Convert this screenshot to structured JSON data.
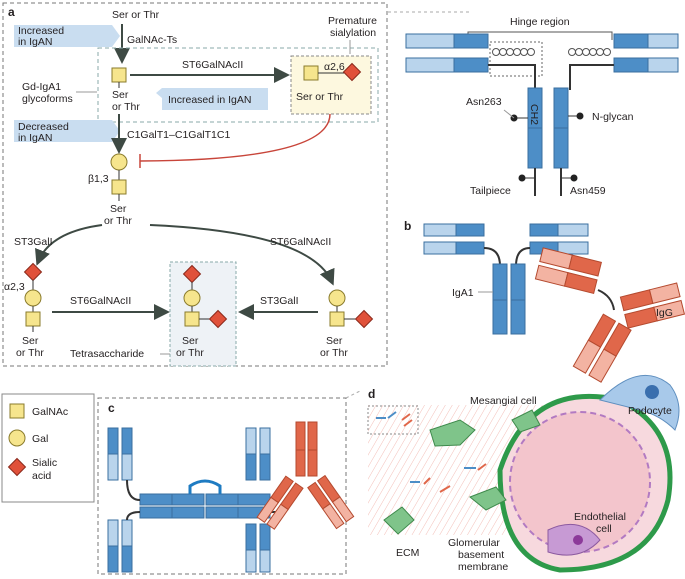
{
  "panel_labels": {
    "a": "a",
    "b": "b",
    "c": "c",
    "d": "d"
  },
  "legend": {
    "galnac": "GalNAc",
    "gal": "Gal",
    "sialic_line1": "Sialic",
    "sialic_line2": "acid"
  },
  "pathway": {
    "ser_thr_top": "Ser or Thr",
    "increased_iggan_1": "Increased",
    "increased_iggan_2": "in IgAN",
    "galnac_ts": "GalNAc-Ts",
    "premature_1": "Premature",
    "premature_2": "sialylation",
    "gd_iga1_1": "Gd-IgA1",
    "gd_iga1_2": "glycoforms",
    "st6galnacii_top": "ST6GalNAcII",
    "increased_box": "Increased in IgAN",
    "alpha26": "α2,6",
    "ser": "Ser",
    "or_thr": "or Thr",
    "ser_or_thr": "Ser or Thr",
    "decreased_1": "Decreased",
    "decreased_2": "in IgAN",
    "c1galt": "C1GalT1–C1GalT1C1",
    "beta13": "β1,3",
    "st3gali_left": "ST3GalI",
    "st6galnacii_right": "ST6GalNAcII",
    "alpha23": "α2,3",
    "st6galnacii_bottom": "ST6GalNAcII",
    "st3gali_bottom": "ST3GalI",
    "tetrasaccharide": "Tetrasaccharide"
  },
  "iga_structure": {
    "hinge": "Hinge region",
    "asn263": "Asn263",
    "ch2": "CH2",
    "nglycan": "N-glycan",
    "tailpiece": "Tailpiece",
    "asn459": "Asn459"
  },
  "panel_b": {
    "iga1": "IgA1",
    "igg": "IgG"
  },
  "panel_d": {
    "mesangial": "Mesangial cell",
    "podocyte": "Podocyte",
    "endothelial_1": "Endothelial",
    "endothelial_2": "cell",
    "ecm": "ECM",
    "gbm_1": "Glomerular",
    "gbm_2": "basement",
    "gbm_3": "membrane"
  },
  "colors": {
    "galnac_fill": "#f6e58d",
    "gal_fill": "#f6e58d",
    "sialic_fill": "#e0513a",
    "iga_blue": "#4d8ec7",
    "iga_light": "#b9d4ec",
    "igg_red": "#e0674a",
    "igg_light": "#f3b3a2",
    "callout_blue": "#c9ddf0",
    "arrow_gray": "#3e4a44",
    "inhibit_red": "#c8453a"
  }
}
